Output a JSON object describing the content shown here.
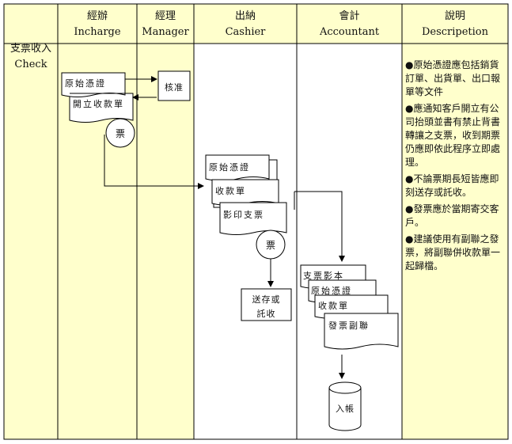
{
  "colors": {
    "lane_fill": "#ffffcc",
    "line": "#000000",
    "paper": "#ffffff"
  },
  "header": {
    "incharge": {
      "zh": "經辦",
      "en": "Incharge"
    },
    "manager": {
      "zh": "經理",
      "en": "Manager"
    },
    "cashier": {
      "zh": "出納",
      "en": "Cashier"
    },
    "accountant": {
      "zh": "會計",
      "en": "Accountant"
    },
    "description": {
      "zh": "說明",
      "en": "Descripetion"
    }
  },
  "row": {
    "zh": "支票收入",
    "en": "Check"
  },
  "incharge": {
    "doc1": "原始憑證",
    "doc2": "開立收款單",
    "circle": "票"
  },
  "manager": {
    "approve": "核准"
  },
  "cashier": {
    "doc1": "原始憑證",
    "doc2": "收款單",
    "doc3": "影印支票",
    "circle": "票",
    "send_line1": "送存或",
    "send_line2": "託收"
  },
  "accountant": {
    "doc1": "支票影本",
    "doc2": "原始憑證",
    "doc3": "收款單",
    "doc4": "發票副聯",
    "store": "入帳"
  },
  "notes": [
    "●原始憑證應包括銷貨訂單、出貨單、出口報單等文件",
    "●應通知客戶開立有公司抬頭並書有禁止背書轉讓之支票，收到期票仍應即依此程序立即處理。",
    "●不論票期長短皆應即刻送存或託收。",
    "●發票應於當期寄交客戶。",
    "●建議使用有副聯之發票，將副聯併收款單一起歸檔。"
  ]
}
